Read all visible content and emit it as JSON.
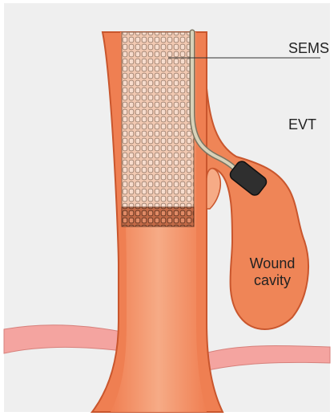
{
  "labels": {
    "sems": "SEMS",
    "evt": "EVT",
    "wound_line1": "Wound",
    "wound_line2": "cavity"
  },
  "colors": {
    "background": "#efefef",
    "tissue": "#f08a5f",
    "tissue_inner": "#f6a882",
    "tissue_stroke": "#c8552e",
    "band": "#f3a3a0",
    "stent_mesh": "#8a6a55",
    "tube": "#c9c2a8",
    "sponge": "#333333"
  }
}
